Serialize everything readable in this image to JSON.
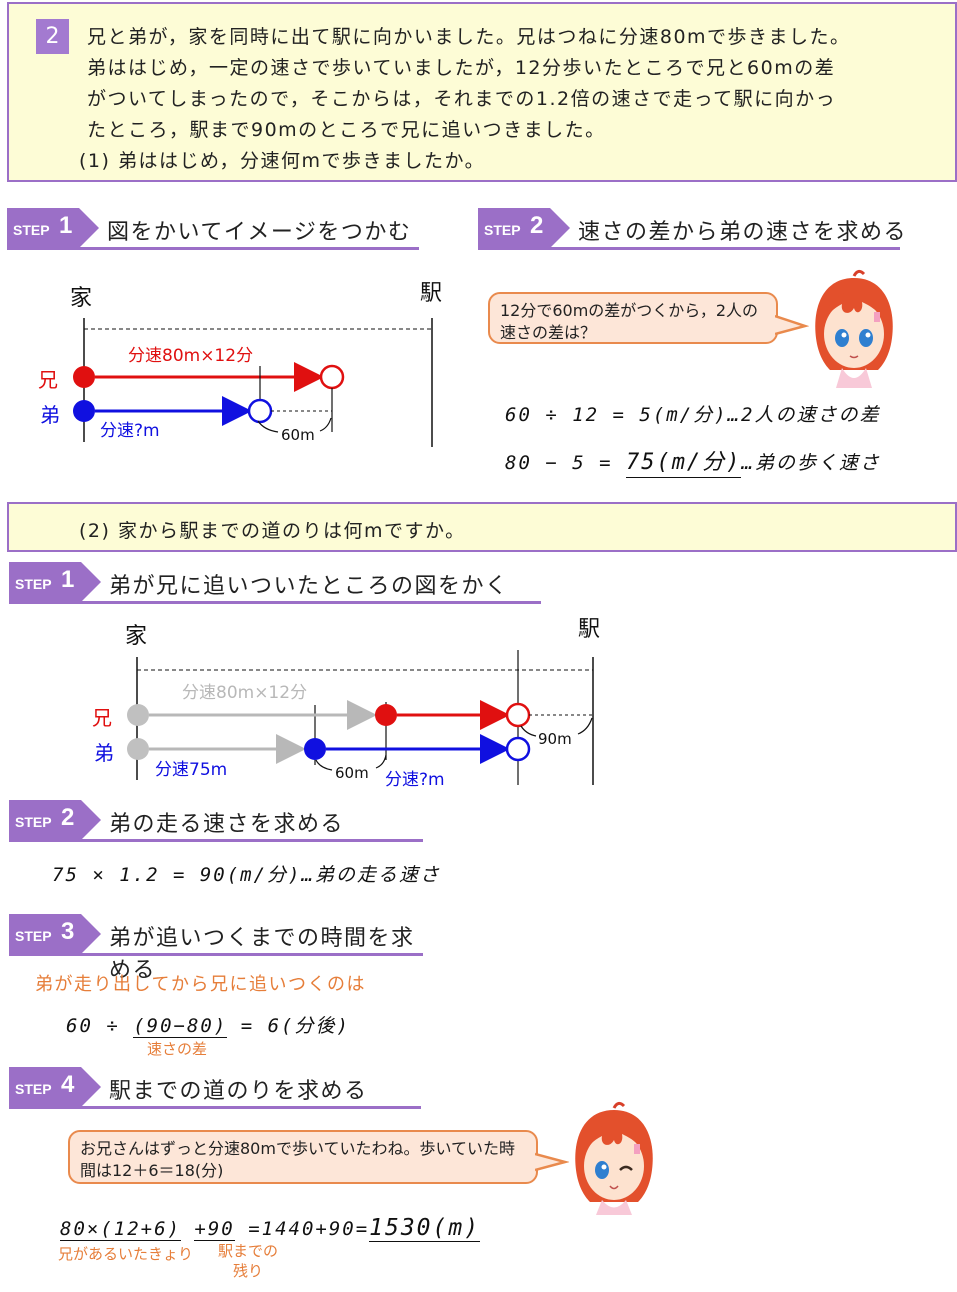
{
  "problem": {
    "number": "2",
    "text_lines": [
      "兄と弟が，家を同時に出て駅に向かいました。兄はつねに分速80mで歩きました。",
      "弟ははじめ，一定の速さで歩いていましたが，12分歩いたところで兄と60mの差",
      "がついてしまったので，そこからは，それまでの1.2倍の速さで走って駅に向かっ",
      "たところ，駅まで90mのところで兄に追いつきました。"
    ],
    "q1": "(1) 弟ははじめ，分速何mで歩きましたか。",
    "q2": "(2) 家から駅までの道のりは何mですか。"
  },
  "step_label": "STEP",
  "part1": {
    "step1": {
      "num": "1",
      "title": "図をかいてイメージをつかむ"
    },
    "step2": {
      "num": "2",
      "title": "速さの差から弟の速さを求める"
    },
    "diagram": {
      "home": "家",
      "station": "駅",
      "ani": "兄",
      "otouto": "弟",
      "ani_speed": "分速80m×12分",
      "otouto_speed": "分速?m",
      "gap": "60m"
    },
    "bubble": "12分で60mの差がつくから，2人の速さの差は？",
    "calc1": "60 ÷ 12 = 5(m/分)…2人の速さの差",
    "calc2_left": "80 − 5 = ",
    "calc2_answer": "75(m/分)",
    "calc2_right": "…弟の歩く速さ"
  },
  "part2": {
    "step1": {
      "num": "1",
      "title": "弟が兄に追いついたところの図をかく"
    },
    "step2": {
      "num": "2",
      "title": "弟の走る速さを求める"
    },
    "step3": {
      "num": "3",
      "title": "弟が追いつくまでの時間を求める"
    },
    "step4": {
      "num": "4",
      "title": "駅までの道のりを求める"
    },
    "diagram": {
      "home": "家",
      "station": "駅",
      "ani": "兄",
      "otouto": "弟",
      "ani_speed": "分速80m×12分",
      "otouto_speed": "分速75m",
      "gap": "60m",
      "remain": "90m",
      "run_speed": "分速?m"
    },
    "calc_run": "75 × 1.2 = 90(m/分)…弟の走る速さ",
    "note3": "弟が走り出してから兄に追いつくのは",
    "calc3_left": "60 ÷ ",
    "calc3_paren": "(90−80)",
    "calc3_right": " = 6(分後)",
    "calc3_sub": "速さの差",
    "bubble": "お兄さんはずっと分速80mで歩いていたわね。歩いていた時間は12＋6＝18(分)",
    "calc4_a": "80×(12+6)",
    "calc4_b": "+90",
    "calc4_c": "=1440+90=",
    "calc4_answer": "1530(m)",
    "calc4_sub_a": "兄があるいたきょり",
    "calc4_sub_b1": "駅までの",
    "calc4_sub_b2": "残り"
  },
  "colors": {
    "purple": "#9b6fc7",
    "red": "#e01010",
    "blue": "#1010e0",
    "gray": "#b8b8b8",
    "orange": "#e67e3a",
    "qbox": "#fdfcd6",
    "bubble": "#fde6d8"
  }
}
